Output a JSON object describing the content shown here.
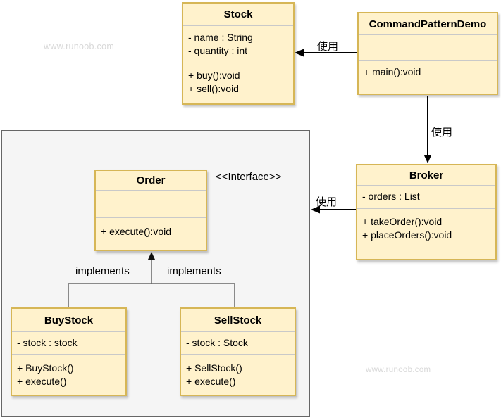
{
  "watermarks": {
    "top_left": "www.runoob.com",
    "bottom_right": "www.runoob.com"
  },
  "colors": {
    "class_fill": "#FFF2CC",
    "class_border": "#D6B656",
    "container_fill": "#F5F5F5",
    "container_border": "#666666",
    "divider": "#C9C9C9",
    "uses_arrow": "#000000",
    "implements_line": "#666666",
    "watermark": "#D8D8D8"
  },
  "classes": {
    "stock": {
      "title": "Stock",
      "attributes": [
        "- name : String",
        "- quantity : int"
      ],
      "methods": [
        "+ buy():void",
        "+ sell():void"
      ]
    },
    "command_pattern_demo": {
      "title": "CommandPatternDemo",
      "attributes": [],
      "methods": [
        "+ main():void"
      ]
    },
    "broker": {
      "title": "Broker",
      "attributes": [
        "- orders : List"
      ],
      "methods": [
        "+ takeOrder():void",
        "+ placeOrders():void"
      ]
    },
    "order": {
      "title": "Order",
      "attributes": [],
      "methods": [
        "+ execute():void"
      ]
    },
    "buy_stock": {
      "title": "BuyStock",
      "attributes": [
        "- stock : stock"
      ],
      "methods": [
        "+ BuyStock()",
        "+ execute()"
      ]
    },
    "sell_stock": {
      "title": "SellStock",
      "attributes": [
        "- stock : Stock"
      ],
      "methods": [
        "+ SellStock()",
        "+ execute()"
      ]
    }
  },
  "edge_labels": {
    "uses_demo_to_stock": "使用",
    "uses_demo_to_broker": "使用",
    "uses_broker_to_order": "使用",
    "implements_left": "implements",
    "implements_right": "implements",
    "interface_stereotype": "<<Interface>>"
  }
}
